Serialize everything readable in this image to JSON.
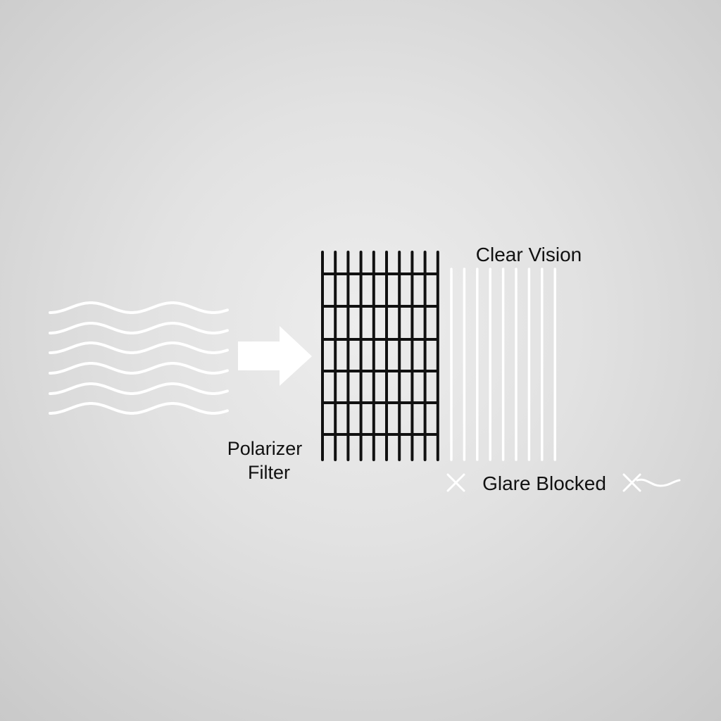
{
  "labels": {
    "clear_vision": "Clear Vision",
    "polarizer_line1": "Polarizer",
    "polarizer_line2": "Filter",
    "glare_blocked": "Glare Blocked"
  },
  "colors": {
    "grid": "#111111",
    "light": "#ffffff",
    "text": "#111111"
  },
  "icons": [
    "light-wave-icon",
    "arrow-right-icon",
    "polarizer-grid-icon",
    "cross-icon",
    "squiggle-icon"
  ]
}
